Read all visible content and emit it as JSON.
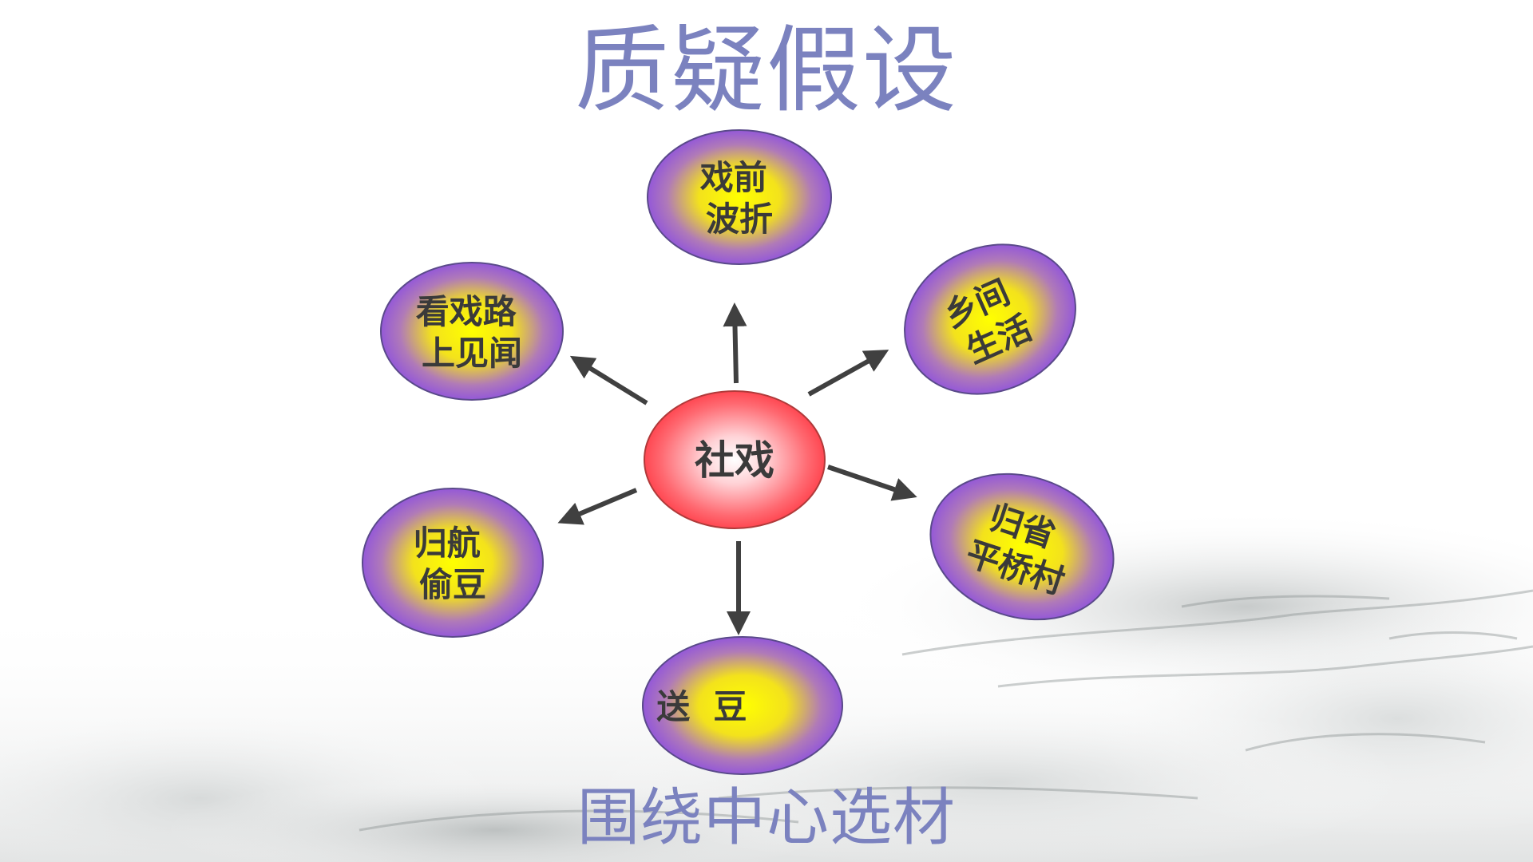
{
  "title": "质疑假设",
  "subtitle": "围绕中心选材",
  "center": {
    "label": "社戏"
  },
  "nodes": [
    {
      "id": "top",
      "lines": [
        "戏前",
        "波折"
      ]
    },
    {
      "id": "upper-right",
      "lines": [
        "乡间",
        "生活"
      ]
    },
    {
      "id": "lower-right",
      "lines": [
        "归省",
        "平桥村"
      ]
    },
    {
      "id": "bottom",
      "lines": [
        "送  豆"
      ]
    },
    {
      "id": "lower-left",
      "lines": [
        "归航",
        "偷豆"
      ]
    },
    {
      "id": "upper-left",
      "lines": [
        "看戏路",
        "上见闻"
      ]
    }
  ],
  "colors": {
    "title": "#7b82bf",
    "node_outer": "#7f3ff0",
    "node_inner": "#ffff00",
    "center_fill": "#ff3b45",
    "arrow": "#404040"
  }
}
